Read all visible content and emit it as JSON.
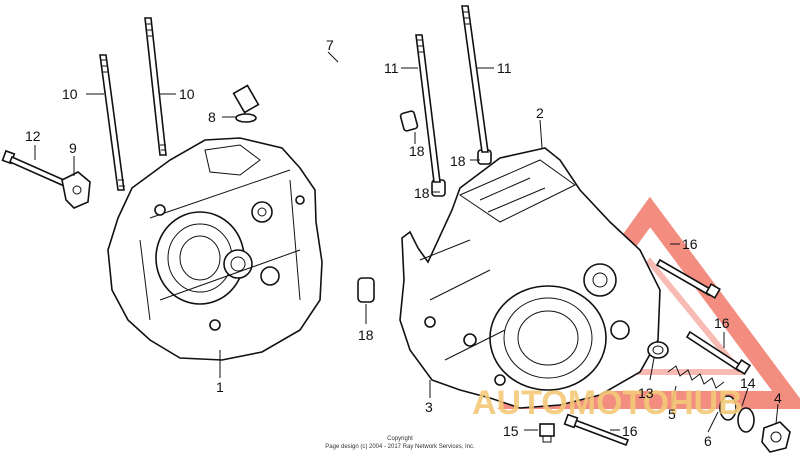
{
  "diagram": {
    "callouts": [
      {
        "id": "c1",
        "text": "1"
      },
      {
        "id": "c2",
        "text": "2"
      },
      {
        "id": "c3",
        "text": "3"
      },
      {
        "id": "c4",
        "text": "4"
      },
      {
        "id": "c5",
        "text": "5"
      },
      {
        "id": "c6",
        "text": "6"
      },
      {
        "id": "c7",
        "text": "7"
      },
      {
        "id": "c8",
        "text": "8"
      },
      {
        "id": "c9",
        "text": "9"
      },
      {
        "id": "c10a",
        "text": "10"
      },
      {
        "id": "c10b",
        "text": "10"
      },
      {
        "id": "c11a",
        "text": "11"
      },
      {
        "id": "c11b",
        "text": "11"
      },
      {
        "id": "c12",
        "text": "12"
      },
      {
        "id": "c13",
        "text": "13"
      },
      {
        "id": "c14",
        "text": "14"
      },
      {
        "id": "c15",
        "text": "15"
      },
      {
        "id": "c16a",
        "text": "16"
      },
      {
        "id": "c16b",
        "text": "16"
      },
      {
        "id": "c16c",
        "text": "16"
      },
      {
        "id": "c18a",
        "text": "18"
      },
      {
        "id": "c18b",
        "text": "18"
      },
      {
        "id": "c18c",
        "text": "18"
      },
      {
        "id": "c18d",
        "text": "18"
      }
    ]
  },
  "footer": {
    "line1": "Copyright",
    "line2": "Page design (c) 2004 - 2017 Ray Network Services, Inc."
  },
  "watermark": {
    "text": "AUTOMOTOHUB",
    "color": "#f07a6a",
    "accent": "#f5c97a"
  }
}
